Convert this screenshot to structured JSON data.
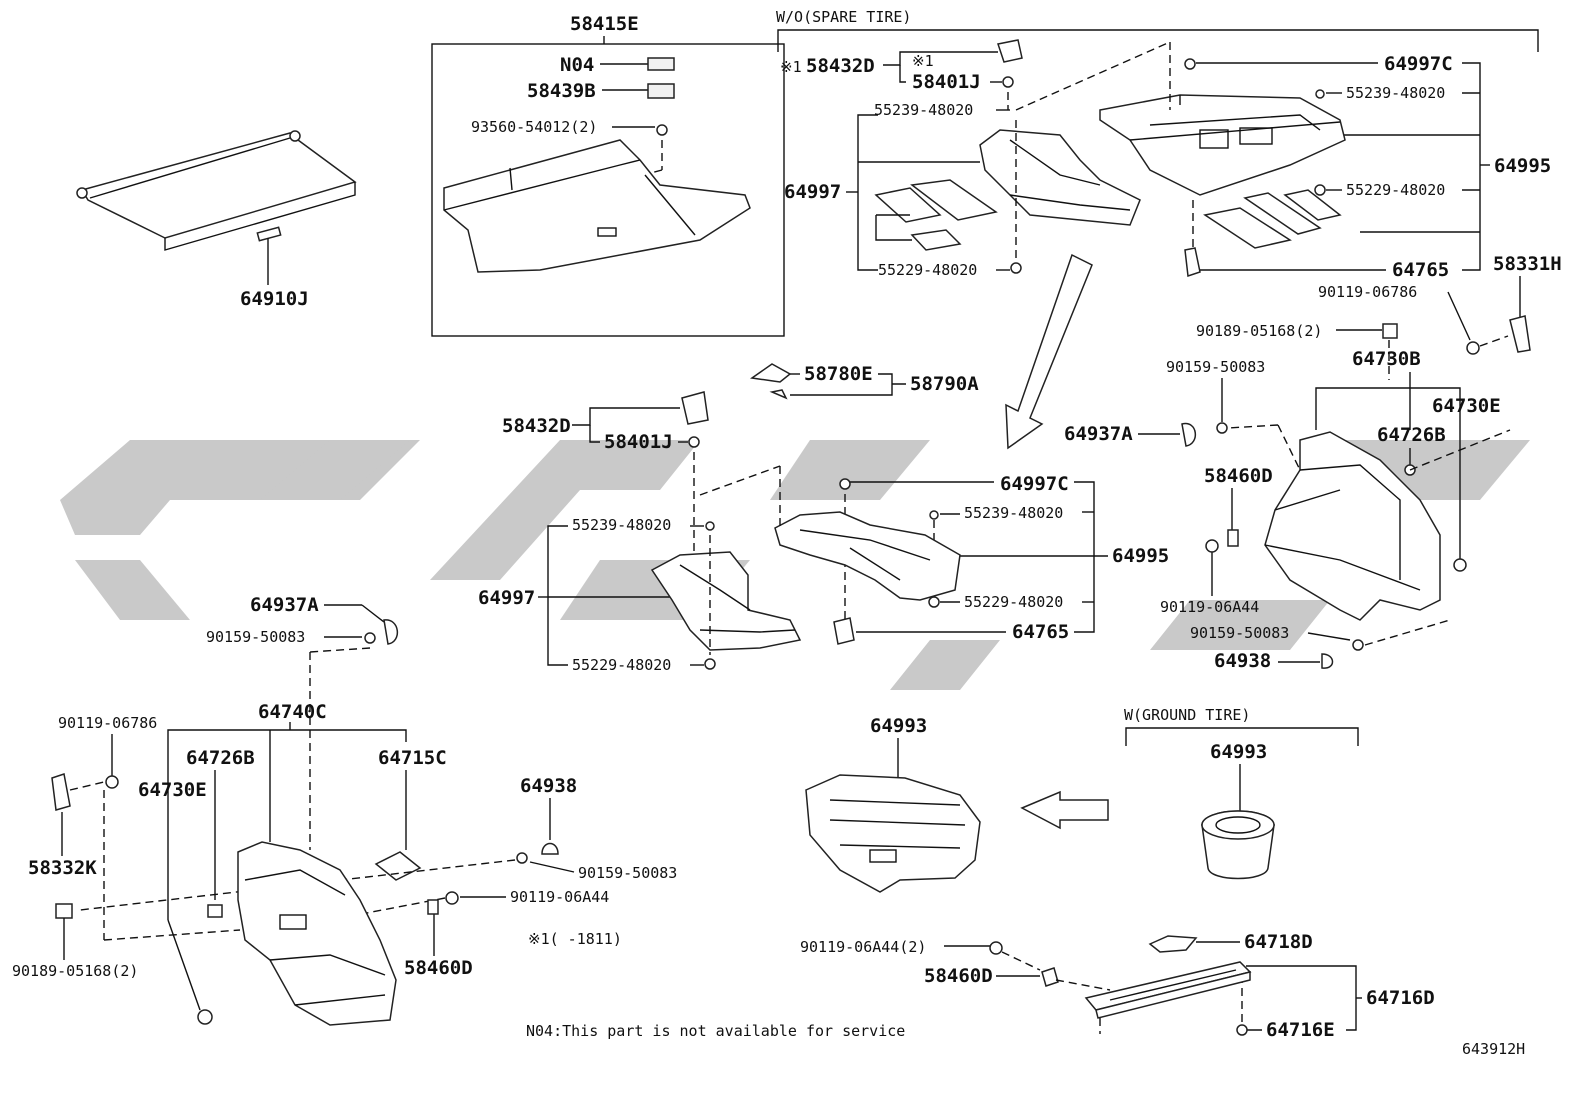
{
  "diagram": {
    "group_labels": {
      "without_spare": "W/O(SPARE TIRE)",
      "with_ground": "W(GROUND TIRE)"
    },
    "notes": {
      "note1": "※1(     -1811)",
      "n04": "N04:This part is not available for service",
      "figure_id": "643912H"
    },
    "parts": {
      "p64910J": "64910J",
      "p58415E": "58415E",
      "pN04": "N04",
      "p58439B": "58439B",
      "p93560": "93560-54012(2)",
      "p58432D_top": "※1 58432D",
      "p_mark1": "※1",
      "p58401J_top": "58401J",
      "p64997C_top": "64997C",
      "p55239_top_l": "55239-48020",
      "p55239_top_r": "55239-48020",
      "p64997_top": "64997",
      "p64995_top": "64995",
      "p55229_top_r": "55229-48020",
      "p55229_top_l": "55229-48020",
      "p64765_top": "64765",
      "p58331H": "58331H",
      "p90119_06786_r": "90119-06786",
      "p90189_r": "90189-05168(2)",
      "p64730B": "64730B",
      "p90159_r1": "90159-50083",
      "p64730E_r": "64730E",
      "p64937A_r": "64937A",
      "p64726B_r": "64726B",
      "p58460D_r": "58460D",
      "p90119_06A44_r": "90119-06A44",
      "p90159_r2": "90159-50083",
      "p64938_r": "64938",
      "p58780E": "58780E",
      "p58790A": "58790A",
      "p58432D_mid": "58432D",
      "p58401J_mid": "58401J",
      "p64997C_mid": "64997C",
      "p55239_mid_l": "55239-48020",
      "p55239_mid_r": "55239-48020",
      "p64997_mid": "64997",
      "p64995_mid": "64995",
      "p55229_mid_r": "55229-48020",
      "p55229_mid_l": "55229-48020",
      "p64765_mid": "64765",
      "p64937A_l": "64937A",
      "p90159_l1": "90159-50083",
      "p64740C": "64740C",
      "p90119_06786_l": "90119-06786",
      "p64726B_l": "64726B",
      "p64715C": "64715C",
      "p64730E_l": "64730E",
      "p64938_l": "64938",
      "p58332K": "58332K",
      "p90159_l2": "90159-50083",
      "p90119_06A44_l": "90119-06A44",
      "p90189_l": "90189-05168(2)",
      "p58460D_l": "58460D",
      "p64993_main": "64993",
      "p64993_ground": "64993",
      "p90119_06A44_b": "90119-06A44(2)",
      "p58460D_b": "58460D",
      "p64718D": "64718D",
      "p64716D": "64716D",
      "p64716E": "64716E"
    }
  }
}
